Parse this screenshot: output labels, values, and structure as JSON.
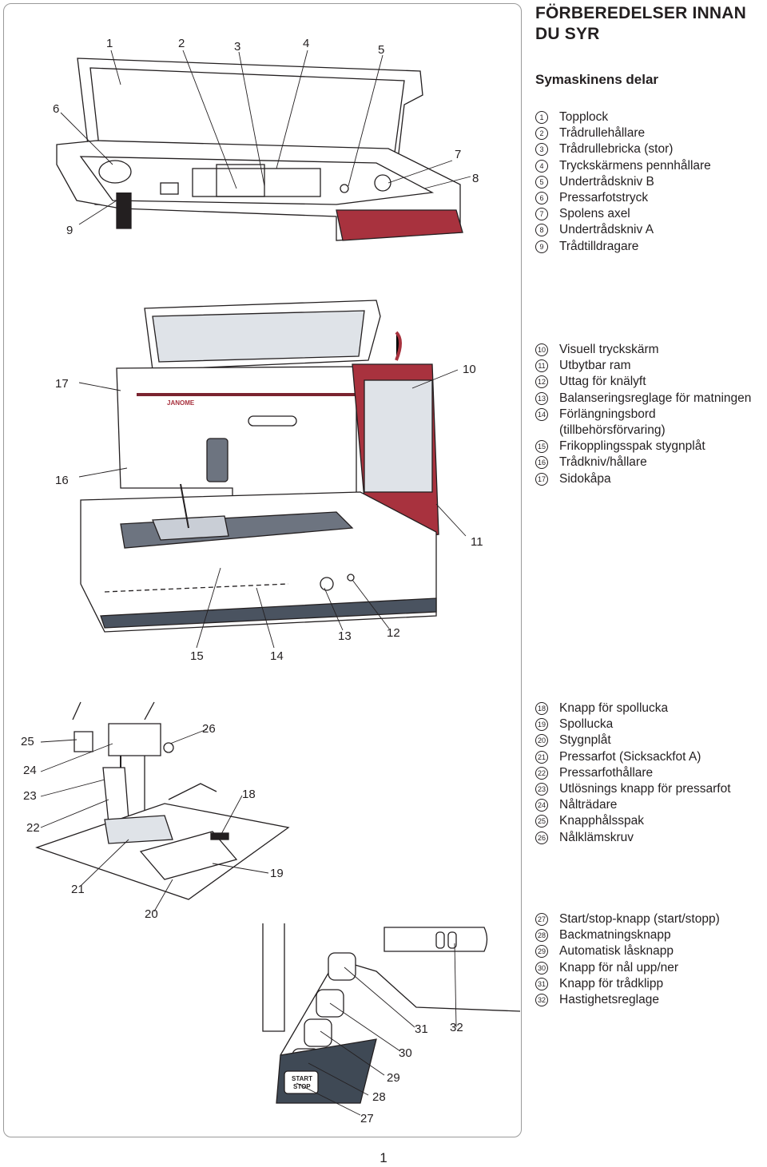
{
  "page": {
    "title": "FÖRBEREDELSER INNAN DU SYR",
    "subtitle": "Symaskinens delar",
    "page_number": "1"
  },
  "groups": [
    {
      "items": [
        {
          "n": "1",
          "label": "Topplock"
        },
        {
          "n": "2",
          "label": "Trådrullehållare"
        },
        {
          "n": "3",
          "label": "Trådrullebricka (stor)"
        },
        {
          "n": "4",
          "label": "Tryckskärmens pennhållare"
        },
        {
          "n": "5",
          "label": "Undertrådskniv B"
        },
        {
          "n": "6",
          "label": "Pressarfotstryck"
        },
        {
          "n": "7",
          "label": "Spolens axel"
        },
        {
          "n": "8",
          "label": "Undertrådskniv A"
        },
        {
          "n": "9",
          "label": "Trådtilldragare"
        }
      ]
    },
    {
      "items": [
        {
          "n": "10",
          "label": "Visuell tryckskärm"
        },
        {
          "n": "11",
          "label": "Utbytbar ram"
        },
        {
          "n": "12",
          "label": "Uttag för knälyft"
        },
        {
          "n": "13",
          "label": "Balanseringsreglage för matningen"
        },
        {
          "n": "14",
          "label": "Förlängningsbord"
        },
        {
          "n": "",
          "label": "(tillbehörsförvaring)"
        },
        {
          "n": "15",
          "label": "Frikopplingsspak stygnplåt"
        },
        {
          "n": "16",
          "label": "Trådkniv/hållare"
        },
        {
          "n": "17",
          "label": "Sidokåpa"
        }
      ]
    },
    {
      "items": [
        {
          "n": "18",
          "label": "Knapp för spollucka"
        },
        {
          "n": "19",
          "label": "Spollucka"
        },
        {
          "n": "20",
          "label": "Stygnplåt"
        },
        {
          "n": "21",
          "label": "Pressarfot (Sicksackfot A)"
        },
        {
          "n": "22",
          "label": "Pressarfothållare"
        },
        {
          "n": "23",
          "label": "Utlösnings knapp för pressarfot"
        },
        {
          "n": "24",
          "label": "Nålträdare"
        },
        {
          "n": "25",
          "label": "Knapphålsspak"
        },
        {
          "n": "26",
          "label": "Nålklämskruv"
        }
      ]
    },
    {
      "items": [
        {
          "n": "27",
          "label": "Start/stop-knapp (start/stopp)"
        },
        {
          "n": "28",
          "label": "Backmatningsknapp"
        },
        {
          "n": "29",
          "label": "Automatisk låsknapp"
        },
        {
          "n": "30",
          "label": "Knapp för nål upp/ner"
        },
        {
          "n": "31",
          "label": "Knapp för trådklipp"
        },
        {
          "n": "32",
          "label": "Hastighetsreglage"
        }
      ]
    }
  ],
  "figure": {
    "brand_label": "JANOME",
    "start_label": "START",
    "stop_label": "STOP",
    "machine_color": "#a8323e"
  }
}
